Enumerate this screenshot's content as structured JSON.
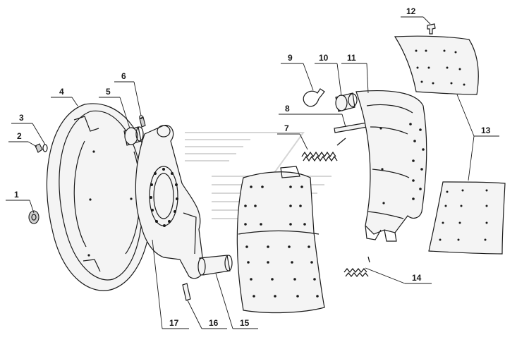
{
  "diagram": {
    "background": "#ffffff",
    "ink": "#1a1a1a",
    "watermark_color": "#d6d6d6",
    "callouts": [
      {
        "id": "1",
        "label": "1"
      },
      {
        "id": "2",
        "label": "2"
      },
      {
        "id": "3",
        "label": "3"
      },
      {
        "id": "4",
        "label": "4"
      },
      {
        "id": "5",
        "label": "5"
      },
      {
        "id": "6",
        "label": "6"
      },
      {
        "id": "7",
        "label": "7"
      },
      {
        "id": "8",
        "label": "8"
      },
      {
        "id": "9",
        "label": "9"
      },
      {
        "id": "10",
        "label": "10"
      },
      {
        "id": "11",
        "label": "11"
      },
      {
        "id": "12",
        "label": "12"
      },
      {
        "id": "13",
        "label": "13"
      },
      {
        "id": "14",
        "label": "14"
      },
      {
        "id": "15",
        "label": "15"
      },
      {
        "id": "16",
        "label": "16"
      },
      {
        "id": "17",
        "label": "17"
      }
    ]
  }
}
